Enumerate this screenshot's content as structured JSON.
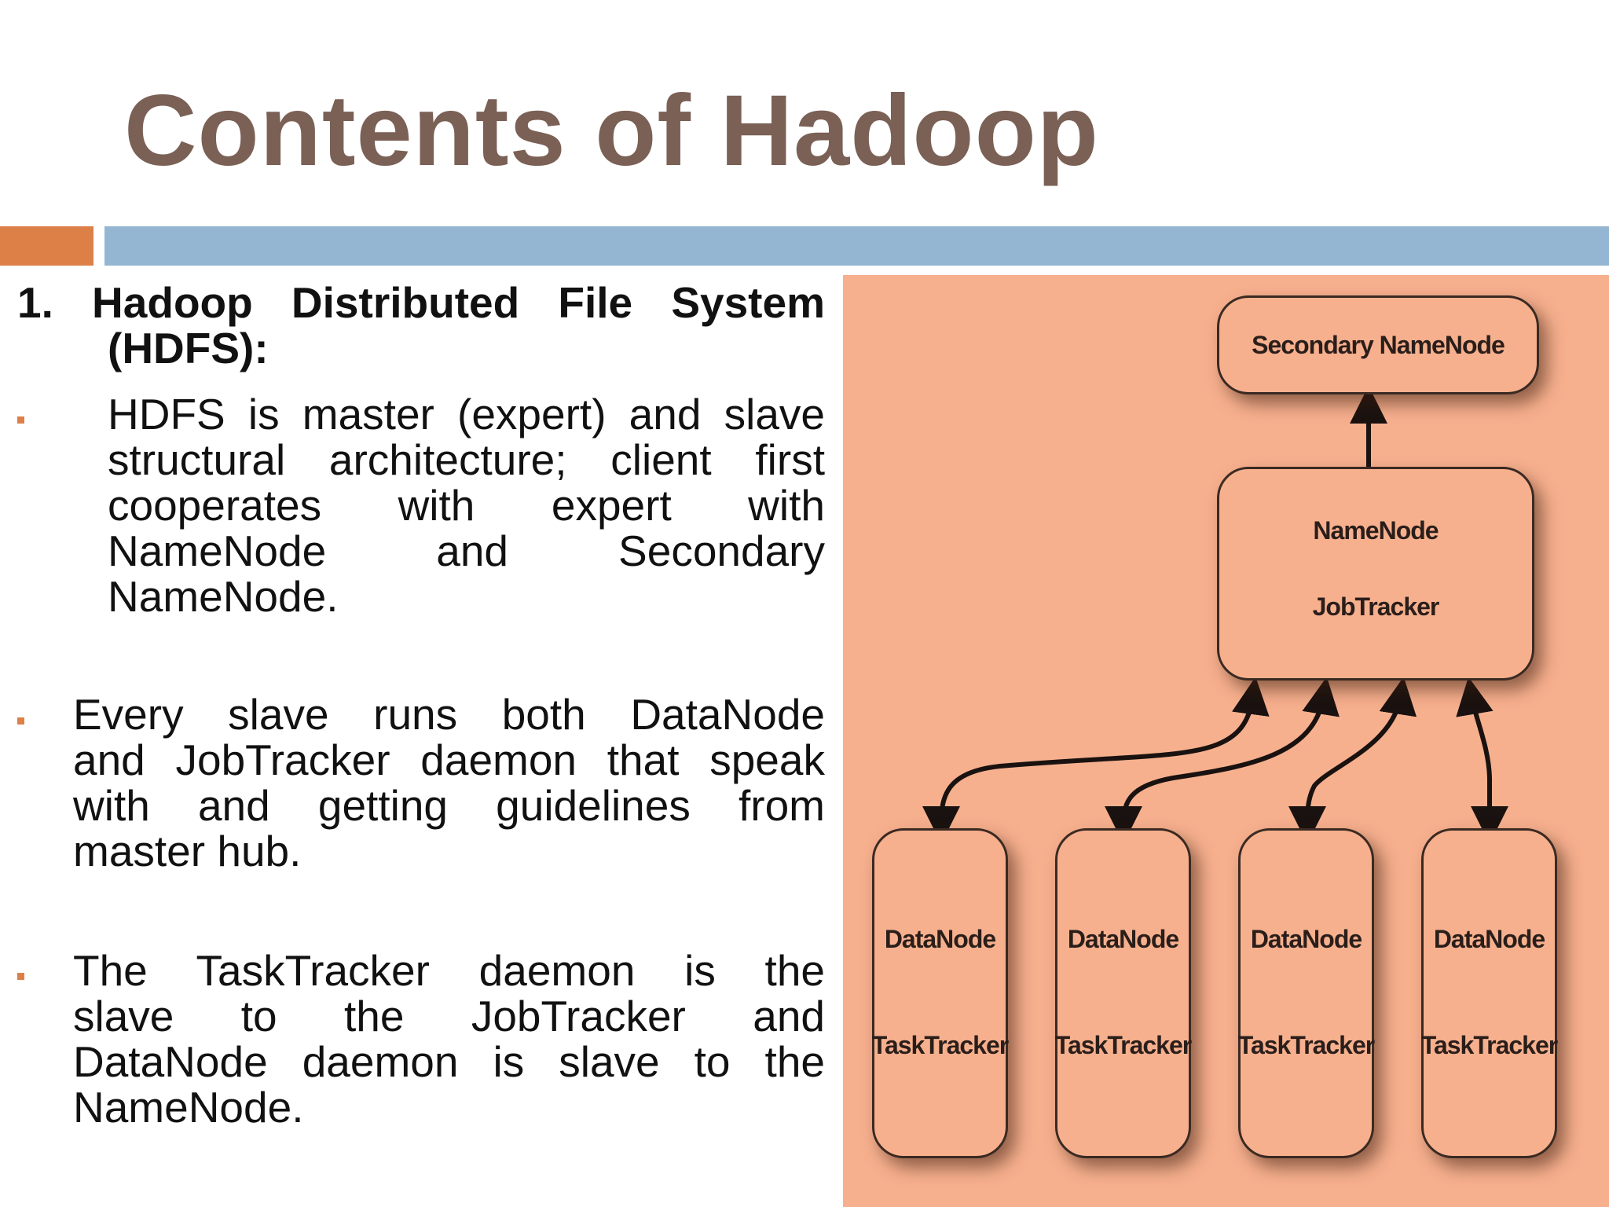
{
  "slide": {
    "title": "Contents of Hadoop"
  },
  "content": {
    "heading_line1": "1. Hadoop Distributed File System",
    "heading_line2": "(HDFS):",
    "bullets": [
      {
        "lines": [
          "HDFS is master (expert) and slave",
          "structural architecture; client first",
          "cooperates with expert with",
          "NameNode and Secondary",
          "NameNode."
        ]
      },
      {
        "lines": [
          "Every slave runs both DataNode",
          "and JobTracker daemon that speak",
          "with and getting guidelines from",
          "master hub."
        ]
      },
      {
        "lines": [
          "The TaskTracker daemon is the",
          "slave to the JobTracker and",
          "DataNode daemon is slave to the",
          "NameNode."
        ]
      }
    ]
  },
  "diagram": {
    "secondary_namenode": "Secondary NameNode",
    "namenode": "NameNode",
    "jobtracker": "JobTracker",
    "workers": [
      {
        "datanode": "DataNode",
        "tasktracker": "TaskTracker"
      },
      {
        "datanode": "DataNode",
        "tasktracker": "TaskTracker"
      },
      {
        "datanode": "DataNode",
        "tasktracker": "TaskTracker"
      },
      {
        "datanode": "DataNode",
        "tasktracker": "TaskTracker"
      }
    ]
  },
  "colors": {
    "title": "#7a6055",
    "accent_orange": "#dd8047",
    "accent_blue": "#94b6d2",
    "diagram_bg": "#f7b08e"
  }
}
